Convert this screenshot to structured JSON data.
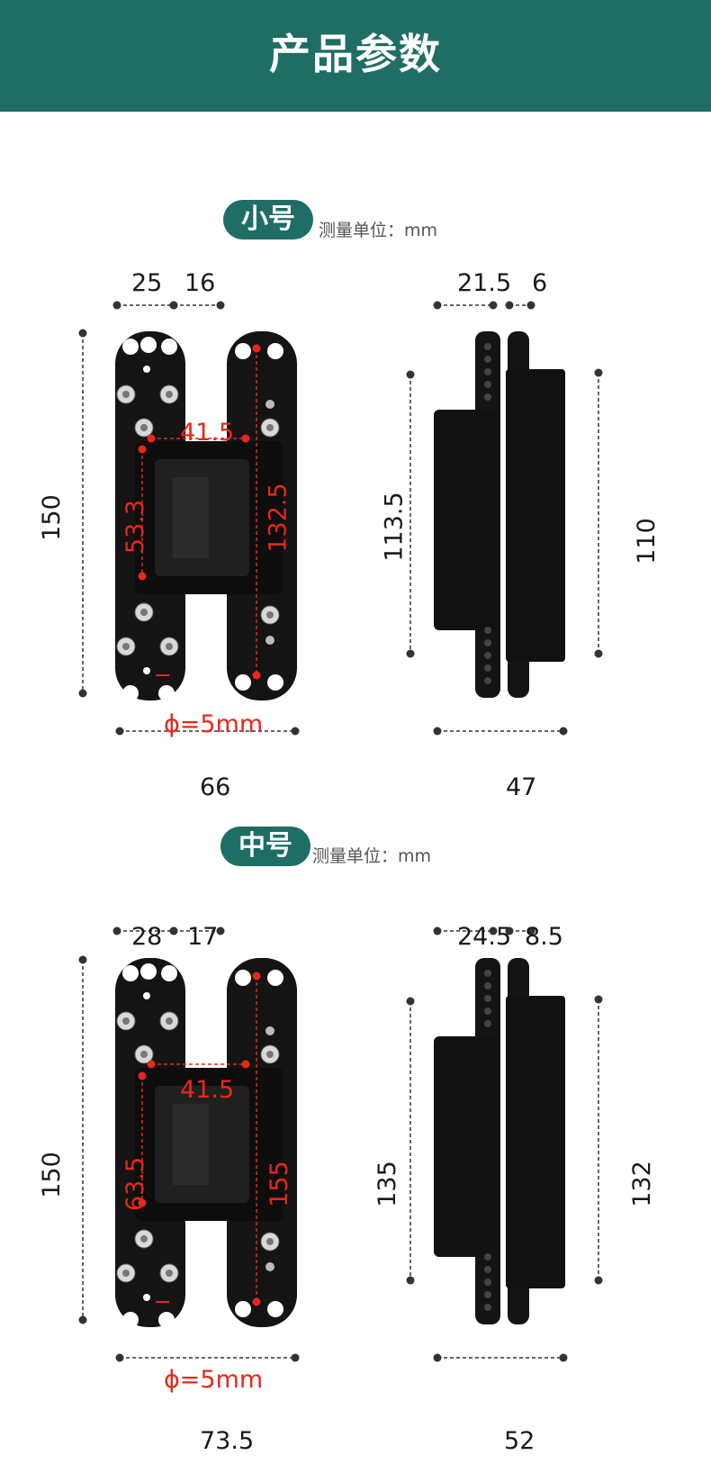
{
  "header": {
    "title": "产品参数"
  },
  "unit_label": "测量单位：mm",
  "sections": [
    {
      "size_label": "小号",
      "front": {
        "top_left": "25",
        "top_right": "16",
        "height": "150",
        "pin_distance": "41.5",
        "inner_left": "53.3",
        "inner_right": "132.5",
        "hole": "ϕ=5mm",
        "width": "66"
      },
      "side": {
        "top_left": "21.5",
        "top_right": "6",
        "left_height": "113.5",
        "right_height": "110",
        "width": "47"
      }
    },
    {
      "size_label": "中号",
      "front": {
        "top_left": "28",
        "top_right": "17",
        "height": "150",
        "pin_distance": "41.5",
        "inner_left": "63.5",
        "inner_right": "155",
        "hole": "ϕ=5mm",
        "width": "73.5"
      },
      "side": {
        "top_left": "24.5",
        "top_right": "8.5",
        "left_height": "135",
        "right_height": "132",
        "width": "52"
      }
    }
  ]
}
